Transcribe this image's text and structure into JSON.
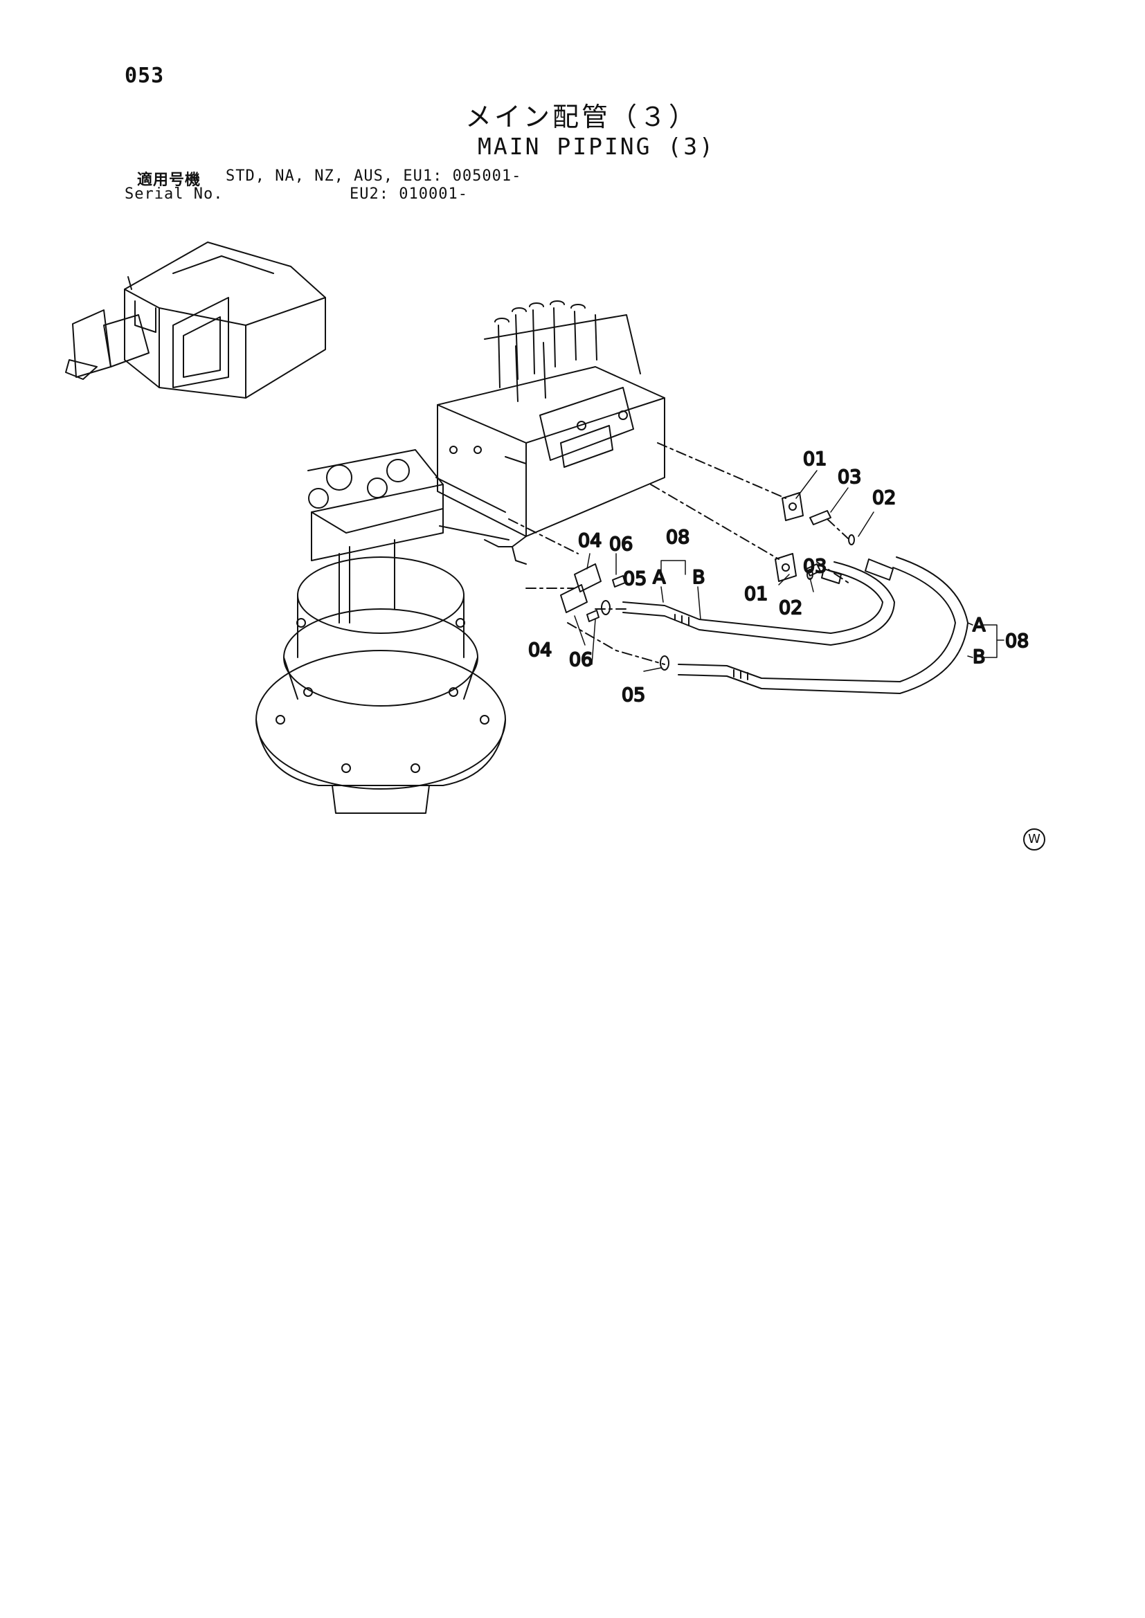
{
  "page": {
    "number": "053"
  },
  "title": {
    "jp": "メイン配管（３）",
    "en": "MAIN PIPING (3)"
  },
  "serial": {
    "label_jp": "適用号機",
    "label_en": "Serial No.",
    "models_line": "STD, NA, NZ, AUS, EU1: 005001-",
    "eu2_line": "EU2: 010001-"
  },
  "callouts": {
    "c01_top": "01",
    "c03_top": "03",
    "c02_right": "02",
    "c01_mid": "01",
    "c03_mid": "03",
    "c02_mid": "02",
    "c04_top": "04",
    "c06_top": "06",
    "c05_top": "05",
    "c04_bot": "04",
    "c06_bot": "06",
    "c05_bot": "05",
    "c08_top": "08",
    "c08_top_a": "A",
    "c08_top_b": "B",
    "c08_right": "08",
    "c08_right_a": "A",
    "c08_right_b": "B"
  },
  "mark": {
    "symbol": "W"
  },
  "icons": [
    "excavator-thumbnail-icon",
    "control-valve-icon",
    "swing-motor-icon",
    "flange-icon",
    "bolt-icon",
    "o-ring-icon",
    "hose-icon"
  ]
}
